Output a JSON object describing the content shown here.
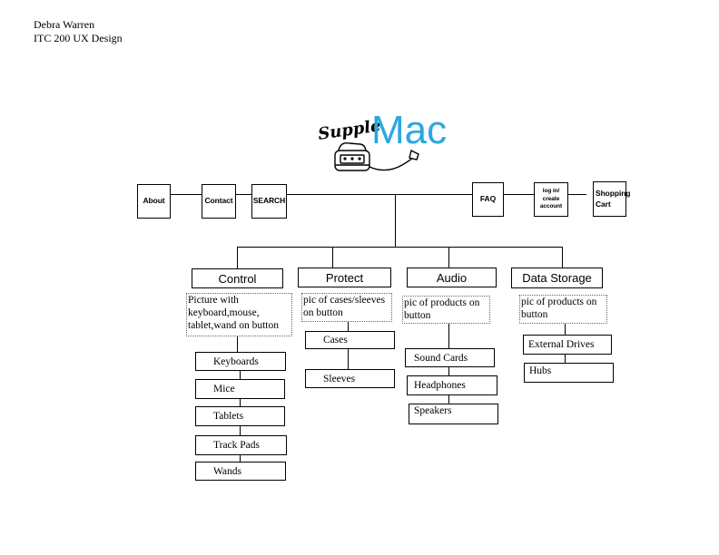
{
  "header": {
    "author": "Debra Warren",
    "course": "ITC 200 UX Design"
  },
  "logo": {
    "script_text": "Supple",
    "brand_text": "Mac",
    "brand_color": "#29a8e0"
  },
  "nav": {
    "about": "About",
    "contact": "Contact",
    "search": "SEARCH",
    "faq": "FAQ",
    "login_line1": "log in/",
    "login_line2": "create",
    "login_line3": "account",
    "cart_line1": "Shopping",
    "cart_line2": "Cart"
  },
  "categories": {
    "control": {
      "title": "Control",
      "note": "Picture with keyboard,mouse, tablet,wand on button",
      "items": [
        "Keyboards",
        "Mice",
        "Tablets",
        "Track Pads",
        "Wands"
      ]
    },
    "protect": {
      "title": "Protect",
      "note": "pic of cases/sleeves on button",
      "items": [
        "Cases",
        "Sleeves"
      ]
    },
    "audio": {
      "title": "Audio",
      "note": "pic of products on button",
      "items": [
        "Sound Cards",
        "Headphones",
        "Speakers"
      ]
    },
    "storage": {
      "title": "Data Storage",
      "note": "pic of products on button",
      "items": [
        "External Drives",
        "Hubs"
      ]
    }
  }
}
